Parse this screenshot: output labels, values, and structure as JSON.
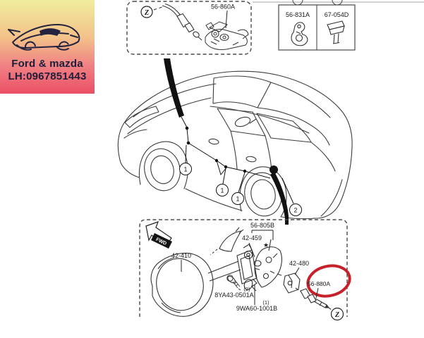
{
  "logo": {
    "brand": "Ford & mazda",
    "phone": "LH:0967851443"
  },
  "top_box": {
    "part_label": "56-860A",
    "zone_symbol": "Z"
  },
  "fastener_table": {
    "left_part": "56-831A",
    "right_part": "67-054D"
  },
  "car": {
    "callout_1": "1",
    "callout_2": "2"
  },
  "bottom_box": {
    "fwd_label": "FWD",
    "zone_symbol": "Z",
    "star": "★",
    "part_56_805B": "56-805B",
    "part_42_459": "42-459",
    "part_42_410": "42-410",
    "part_42_480": "42-480",
    "qty_2": "(2)",
    "part_8YA43": "8YA43-0501A",
    "qty_1": "(1)",
    "part_9WA60": "9WA60-1001B",
    "part_56_880A": "56-880A"
  },
  "colors": {
    "highlight_red": "#c8202a",
    "ink": "#1a1a1a",
    "logo_gradient_top": "#f0ed9e",
    "logo_gradient_bottom": "#eb4f64"
  }
}
